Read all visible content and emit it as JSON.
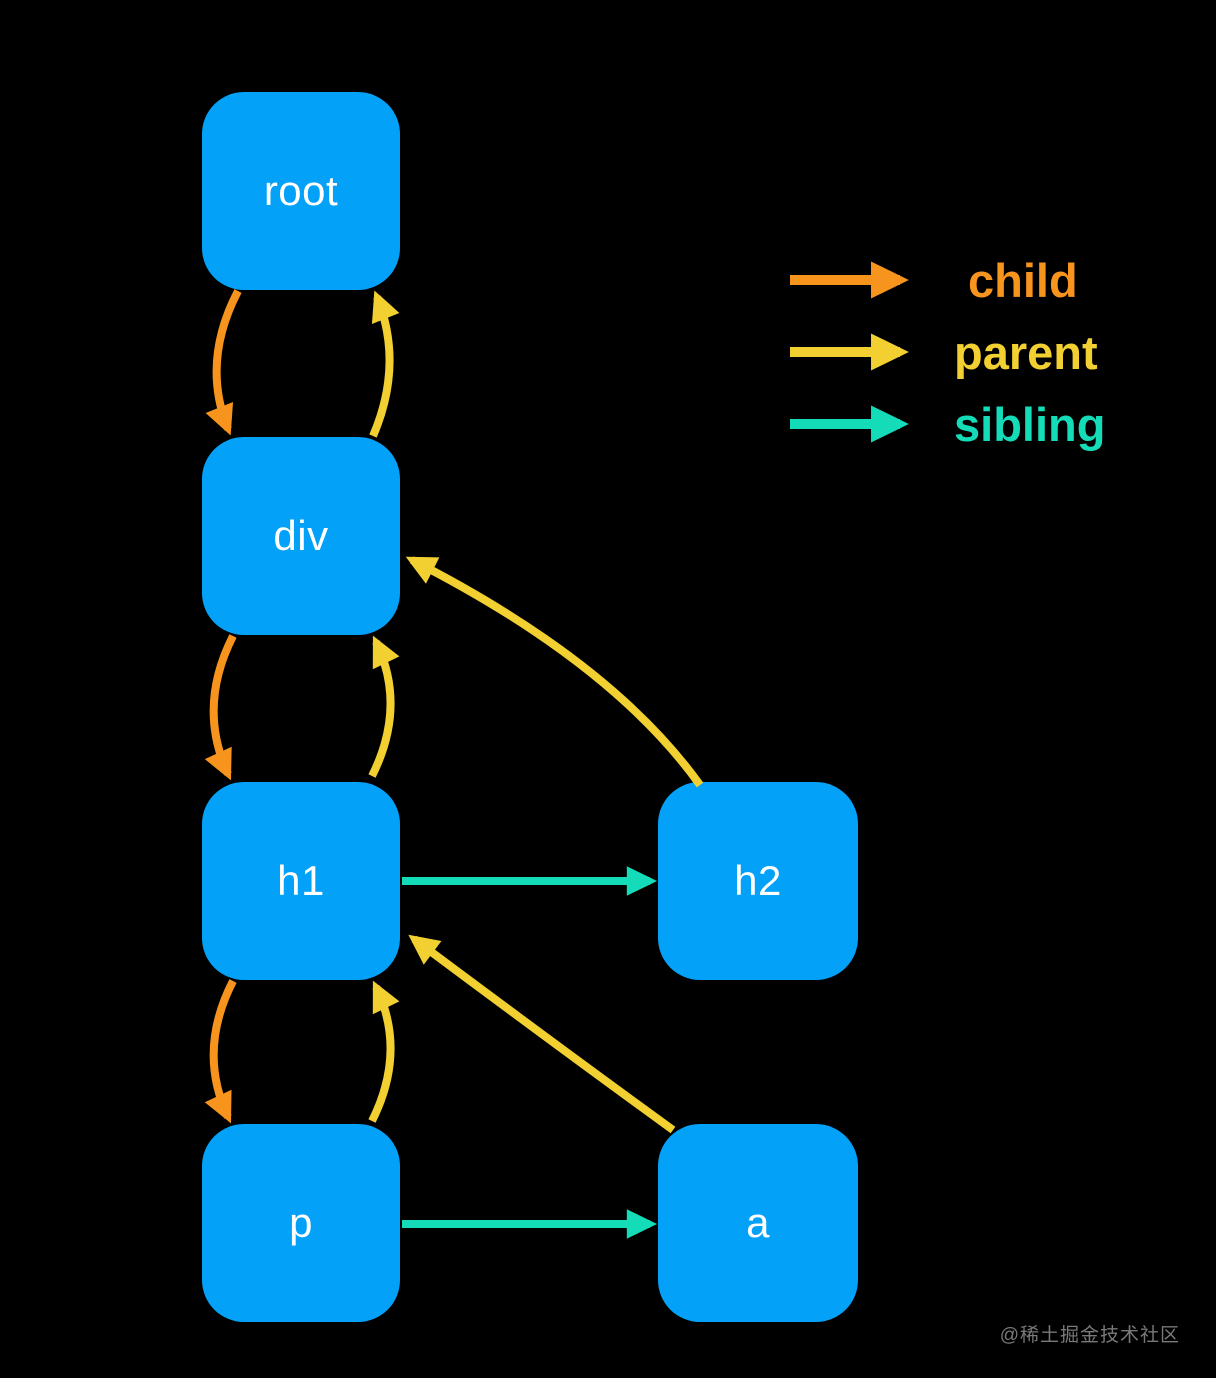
{
  "colors": {
    "background": "#000000",
    "node_fill": "#03a1f8",
    "node_text": "#ffffff",
    "child": "#f7941e",
    "parent": "#f2d031",
    "sibling": "#14dcb8",
    "watermark": "#8f8f8f"
  },
  "nodes": [
    {
      "id": "root",
      "label": "root"
    },
    {
      "id": "div",
      "label": "div"
    },
    {
      "id": "h1",
      "label": "h1"
    },
    {
      "id": "h2",
      "label": "h2"
    },
    {
      "id": "p",
      "label": "p"
    },
    {
      "id": "a",
      "label": "a"
    }
  ],
  "edges": [
    {
      "from": "root",
      "to": "div",
      "relation": "child"
    },
    {
      "from": "div",
      "to": "root",
      "relation": "parent"
    },
    {
      "from": "div",
      "to": "h1",
      "relation": "child"
    },
    {
      "from": "h1",
      "to": "div",
      "relation": "parent"
    },
    {
      "from": "h1",
      "to": "p",
      "relation": "child"
    },
    {
      "from": "p",
      "to": "h1",
      "relation": "parent"
    },
    {
      "from": "h2",
      "to": "div",
      "relation": "parent"
    },
    {
      "from": "a",
      "to": "h1",
      "relation": "parent"
    },
    {
      "from": "h1",
      "to": "h2",
      "relation": "sibling"
    },
    {
      "from": "p",
      "to": "a",
      "relation": "sibling"
    }
  ],
  "legend": {
    "items": [
      {
        "label": "child"
      },
      {
        "label": "parent"
      },
      {
        "label": "sibling"
      }
    ]
  },
  "watermark": {
    "text": "@稀土掘金技术社区"
  }
}
